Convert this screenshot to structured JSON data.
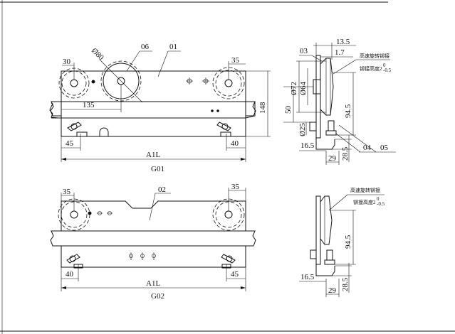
{
  "view_g01": {
    "dim_30": "30",
    "dim_phi80": "Ø80",
    "label_06": "06",
    "label_01": "01",
    "dim_35": "35",
    "dim_135": "135",
    "dim_148": "148",
    "dim_45": "45",
    "dim_40": "40",
    "dim_a1l": "A1L",
    "caption": "G01"
  },
  "view_g02": {
    "dim_35_left": "35",
    "label_02": "02",
    "dim_35_right": "35",
    "dim_40": "40",
    "dim_45": "45",
    "dim_a1l": "A1L",
    "caption": "G02"
  },
  "side_view_top": {
    "dim_13_5": "13.5",
    "label_03": "03",
    "dim_1_7": "1.7",
    "note_line1": "高速旋转铆接",
    "note_line2": "铆接高度2",
    "tol_upper": "0",
    "tol_lower": "-0.5",
    "dim_phi72": "Ø72",
    "dim_phi64": "Ø64",
    "dim_94_5": "94.5",
    "dim_50": "50",
    "dim_phi25": "Ø25",
    "dim_16_5": "16.5",
    "dim_29": "29",
    "dim_28_5": "28.5",
    "label_04": "04",
    "label_05": "05"
  },
  "side_view_bottom": {
    "note_line1": "高速旋转铆接",
    "note_line2": "铆接高度2",
    "tol_upper": "0",
    "tol_lower": "-0.5",
    "dim_94_5": "94.5",
    "dim_16_5": "16.5",
    "dim_29": "29",
    "dim_28_5": "28.5"
  }
}
